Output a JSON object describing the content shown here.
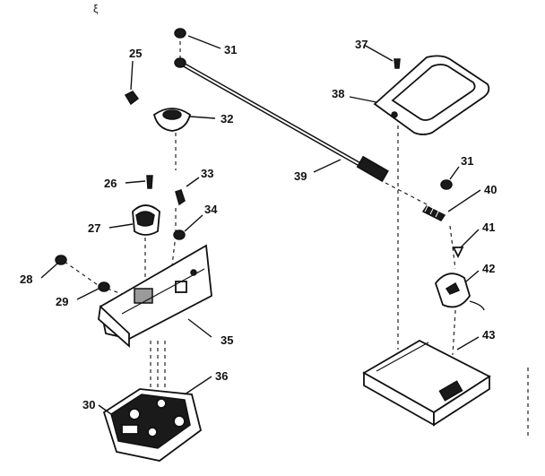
{
  "diagram": {
    "corner_mark": "ξ",
    "callouts": {
      "c25": "25",
      "c26": "26",
      "c27": "27",
      "c28": "28",
      "c29": "29",
      "c30": "30",
      "c31a": "31",
      "c31b": "31",
      "c32": "32",
      "c33": "33",
      "c34": "34",
      "c35": "35",
      "c36": "36",
      "c37": "37",
      "c38": "38",
      "c39": "39",
      "c40": "40",
      "c41": "41",
      "c42": "42",
      "c43": "43"
    }
  }
}
